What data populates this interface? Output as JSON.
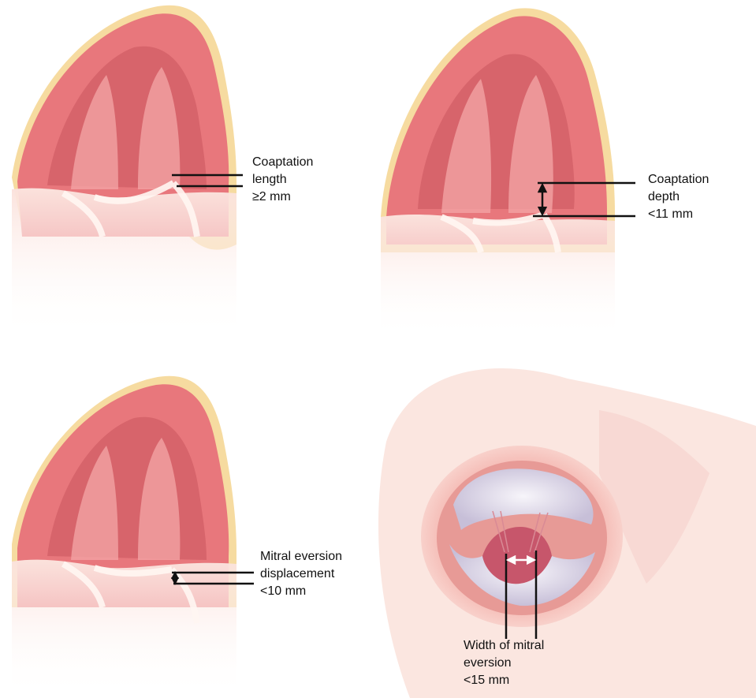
{
  "colors": {
    "myocardium": "#e8777c",
    "myocardium_dark": "#c9555d",
    "cavity_highlight": "#f2a3a4",
    "epicardium_fat": "#f6dba0",
    "tissue_pale": "#fbe6e0",
    "tissue_mid": "#f5c9c4",
    "valve_leaflet": "#e6e2ee",
    "valve_shadow": "#b9b1cc",
    "line": "#111111",
    "arrow_white": "#ffffff"
  },
  "panels": [
    {
      "name": "coaptation-length",
      "label_lines": [
        "Coaptation",
        "length",
        "≥2 mm"
      ]
    },
    {
      "name": "coaptation-depth",
      "label_lines": [
        "Coaptation",
        "depth",
        "<11 mm"
      ]
    },
    {
      "name": "mitral-eversion-displacement",
      "label_lines": [
        "Mitral eversion",
        "displacement",
        "<10 mm"
      ]
    },
    {
      "name": "width-of-mitral-eversion",
      "label_lines": [
        "Width of mitral",
        "eversion",
        "<15 mm"
      ]
    }
  ]
}
